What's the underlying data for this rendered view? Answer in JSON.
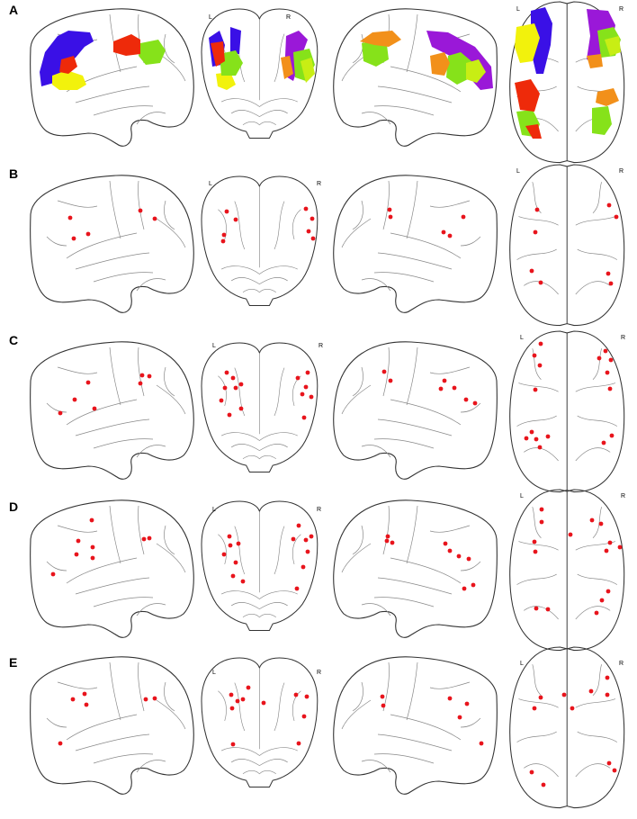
{
  "panels": [
    {
      "letter": "A",
      "kind": "regions"
    },
    {
      "letter": "B",
      "kind": "dots"
    },
    {
      "letter": "C",
      "kind": "dots"
    },
    {
      "letter": "D",
      "kind": "dots"
    },
    {
      "letter": "E",
      "kind": "dots"
    }
  ],
  "hemisphere_labels": {
    "left": "L",
    "right": "R"
  },
  "colors": {
    "outline": "#333333",
    "sulcus": "#888888",
    "dot": "#e8141c",
    "blue": "#3a10e6",
    "purple": "#9a18d8",
    "yellow": "#f2f20c",
    "green": "#86e21a",
    "orange": "#f2901a",
    "red": "#ee2a0a",
    "lime": "#c8ee14"
  }
}
